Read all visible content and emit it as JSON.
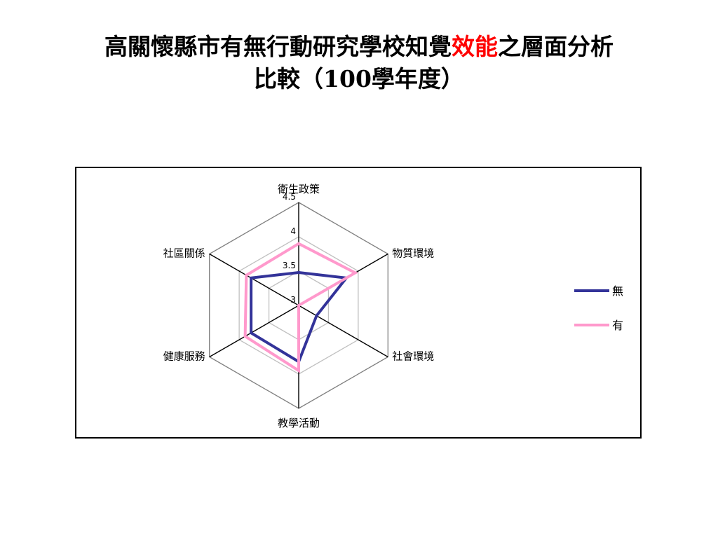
{
  "title": {
    "line1_prefix": "高關懷縣市有無行動研究學校知覺",
    "line1_highlight": "效能",
    "line1_suffix": "之層面分析",
    "line2": "比較（100學年度）",
    "highlight_color": "#ff0000"
  },
  "chart_data": {
    "type": "radar",
    "categories": [
      "衛生政策",
      "物質環境",
      "社會環境",
      "教學活動",
      "健康服務",
      "社區關係"
    ],
    "rlim": [
      3,
      4.5
    ],
    "ticks": [
      3,
      3.5,
      4,
      4.5
    ],
    "tick_labels": [
      "3",
      "3.5",
      "4",
      "4.5"
    ],
    "grid": true,
    "legend_position": "right",
    "series": [
      {
        "name": "無",
        "color": "#333399",
        "values": [
          3.48,
          3.8,
          3.3,
          3.82,
          3.8,
          3.8
        ]
      },
      {
        "name": "有",
        "color": "#ff99cc",
        "values": [
          3.9,
          3.95,
          3.0,
          3.95,
          3.9,
          3.88
        ]
      }
    ]
  }
}
